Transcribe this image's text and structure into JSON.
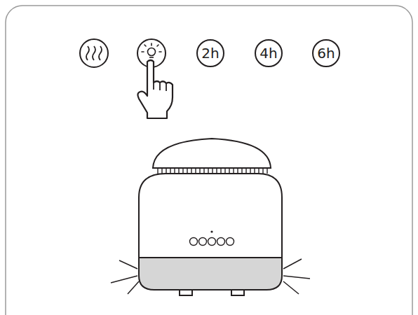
{
  "diagram": {
    "nodes": [
      {
        "text": [
          "2h"
        ]
      },
      {
        "text": [
          "4h"
        ]
      },
      {
        "text": [
          "6h"
        ]
      }
    ]
  }
}
